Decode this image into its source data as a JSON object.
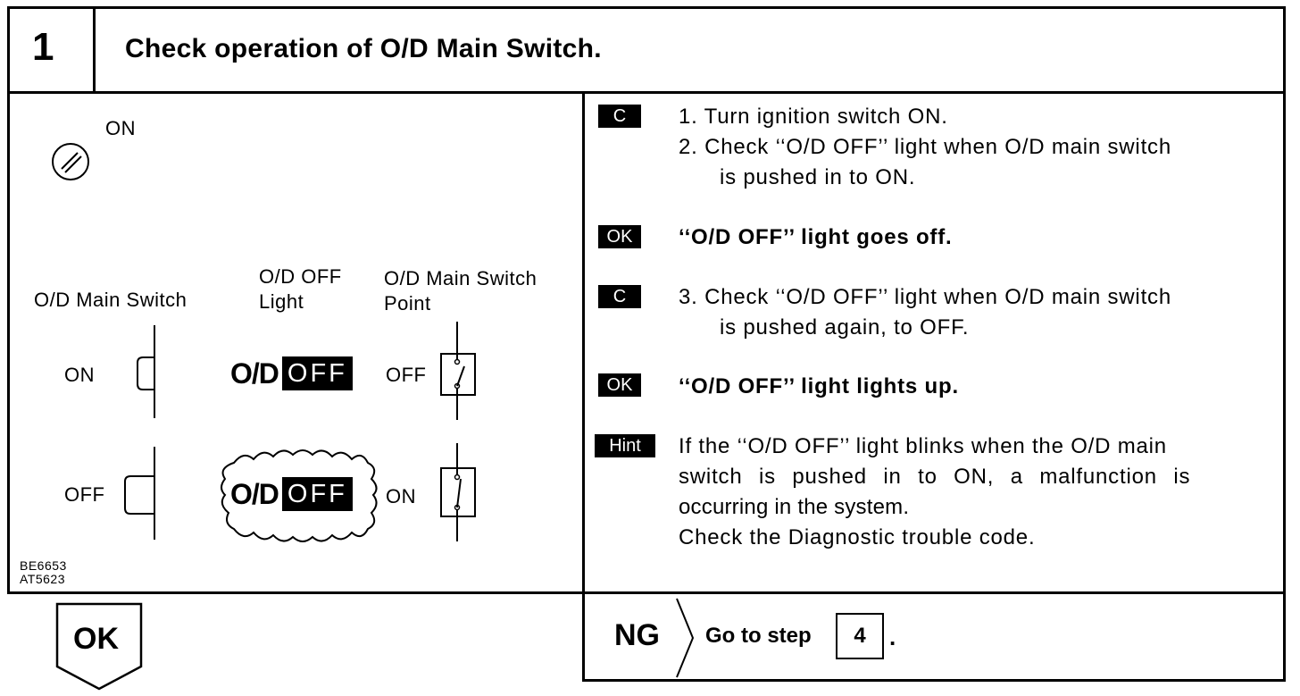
{
  "header": {
    "step_number": "1",
    "title": "Check operation of O/D Main Switch."
  },
  "figure": {
    "ignition_label": "ON",
    "col_headers": {
      "switch": "O/D Main Switch",
      "light_line1": "O/D OFF",
      "light_line2": "Light",
      "point_line1": "O/D Main Switch",
      "point_line2": "Point"
    },
    "rows": [
      {
        "state": "ON",
        "light_od": "O/D",
        "light_off": "OFF",
        "point_state": "OFF"
      },
      {
        "state": "OFF",
        "light_od": "O/D",
        "light_off": "OFF",
        "point_state": "ON"
      }
    ],
    "codes": [
      "BE6653",
      "AT5623"
    ]
  },
  "instructions": {
    "c1_tag": "C",
    "step1": "1.  Turn ignition switch ON.",
    "step2_line1": "2.  Check ‘‘O/D OFF’’ light when O/D main switch",
    "step2_line2": "is pushed in to ON.",
    "ok1_tag": "OK",
    "ok1_text": "‘‘O/D OFF’’ light goes off.",
    "c2_tag": "C",
    "step3_line1": "3.  Check ‘‘O/D OFF’’ light when O/D main switch",
    "step3_line2": "is pushed again, to OFF.",
    "ok2_tag": "OK",
    "ok2_text": "‘‘O/D OFF’’ light lights up.",
    "hint_tag": "Hint",
    "hint_line1": "If the ‘‘O/D OFF’’ light blinks when the O/D main",
    "hint_line2": "switch is pushed in to ON, a malfunction is",
    "hint_line3": "occurring in the system.",
    "hint_line4": "Check the Diagnostic trouble code."
  },
  "footer": {
    "ok_label": "OK",
    "ng_label": "NG",
    "go_to_text": "Go to step",
    "target_step": "4",
    "period": "."
  }
}
